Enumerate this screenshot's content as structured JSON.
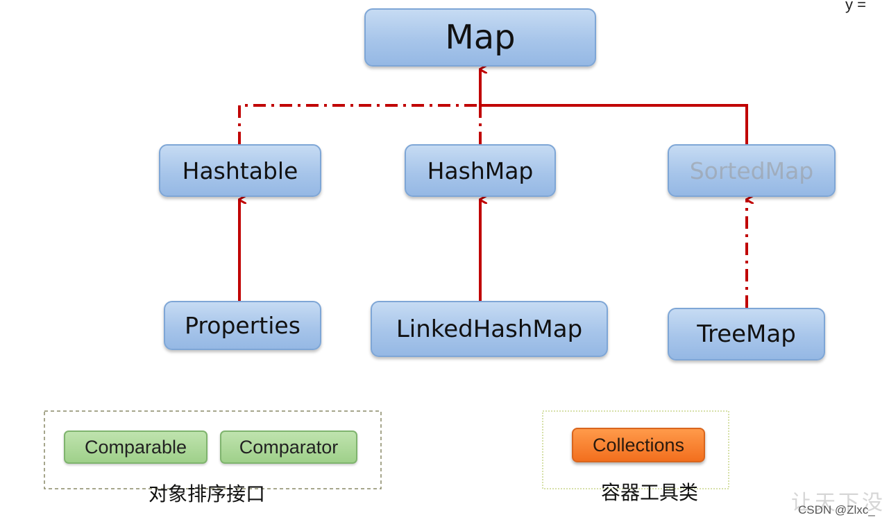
{
  "nodes": {
    "map": "Map",
    "hashtable": "Hashtable",
    "hashmap": "HashMap",
    "sortedmap": "SortedMap",
    "properties": "Properties",
    "linkedhashmap": "LinkedHashMap",
    "treemap": "TreeMap"
  },
  "interfaces_group": {
    "comparable": "Comparable",
    "comparator": "Comparator",
    "label": "对象排序接口"
  },
  "utility_group": {
    "collections": "Collections",
    "label": "容器工具类"
  },
  "corner_text": "y =",
  "watermark": "CSDN @Zlxc_",
  "seal_text": "让天下没",
  "colors": {
    "arrow": "#c00000",
    "node_fill": "#a7c5ea",
    "green": "#9fd08a",
    "orange": "#f26f1e"
  }
}
